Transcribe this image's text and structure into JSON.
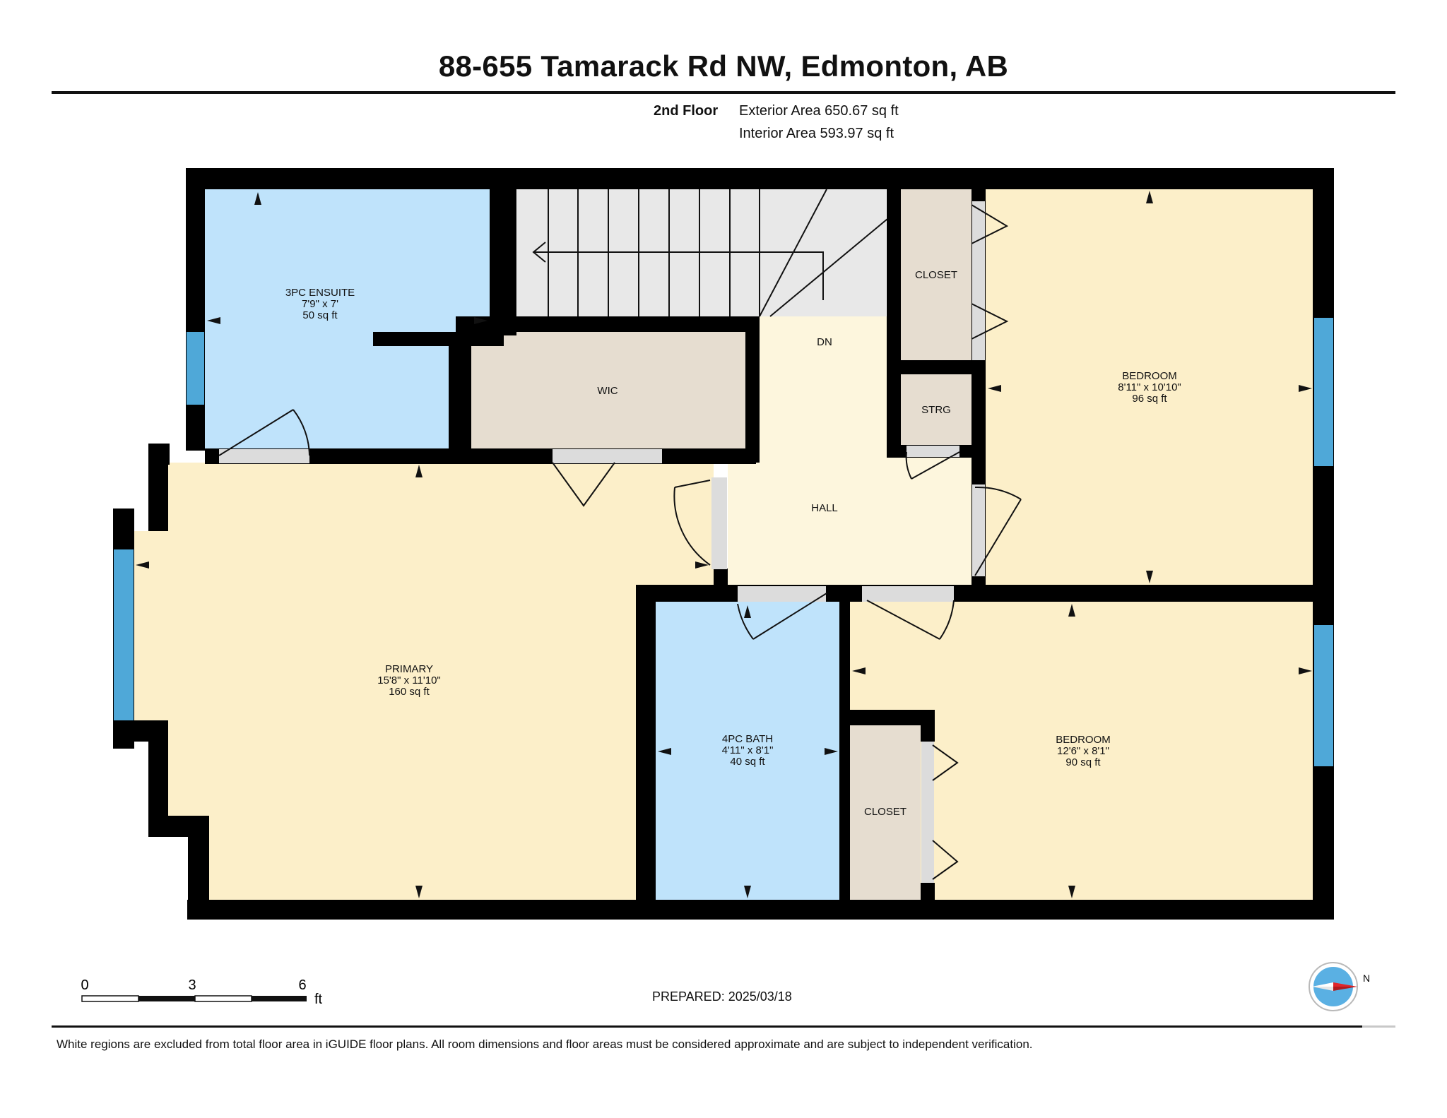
{
  "title": "88-655 Tamarack Rd NW, Edmonton, AB",
  "floor": {
    "name": "2nd Floor",
    "exterior_area": "Exterior Area 650.67 sq ft",
    "interior_area": "Interior Area 593.97 sq ft"
  },
  "rooms": {
    "ensuite": {
      "name": "3PC ENSUITE",
      "dims": "7'9\" x 7'",
      "area": "50 sq ft"
    },
    "wic": {
      "name": "WIC"
    },
    "dn": {
      "name": "DN"
    },
    "closet_top": {
      "name": "CLOSET"
    },
    "strg": {
      "name": "STRG"
    },
    "bedroom_top": {
      "name": "BEDROOM",
      "dims": "8'11\" x 10'10\"",
      "area": "96 sq ft"
    },
    "hall": {
      "name": "HALL"
    },
    "primary": {
      "name": "PRIMARY",
      "dims": "15'8\" x 11'10\"",
      "area": "160 sq ft"
    },
    "bath": {
      "name": "4PC BATH",
      "dims": "4'11\" x 8'1\"",
      "area": "40 sq ft"
    },
    "closet_bottom": {
      "name": "CLOSET"
    },
    "bedroom_bottom": {
      "name": "BEDROOM",
      "dims": "12'6\" x 8'1\"",
      "area": "90 sq ft"
    }
  },
  "scale": {
    "tick_0": "0",
    "tick_3": "3",
    "tick_6": "6",
    "unit": "ft"
  },
  "prepared": "PREPARED: 2025/03/18",
  "compass_label": "N",
  "disclaimer": "White regions are excluded from total floor area in iGUIDE floor plans. All room dimensions and floor areas must be considered approximate and are subject to independent verification.",
  "colors": {
    "wall": "#000000",
    "bedroom_fill": "#fcefc9",
    "hall_fill": "#fdf6dd",
    "bath_fill": "#bfe3fb",
    "closet_fill": "#e6ddd0",
    "stairs_fill": "#e8e8e8",
    "window": "#4fa8d8",
    "door_opening": "#dcdcdc"
  }
}
